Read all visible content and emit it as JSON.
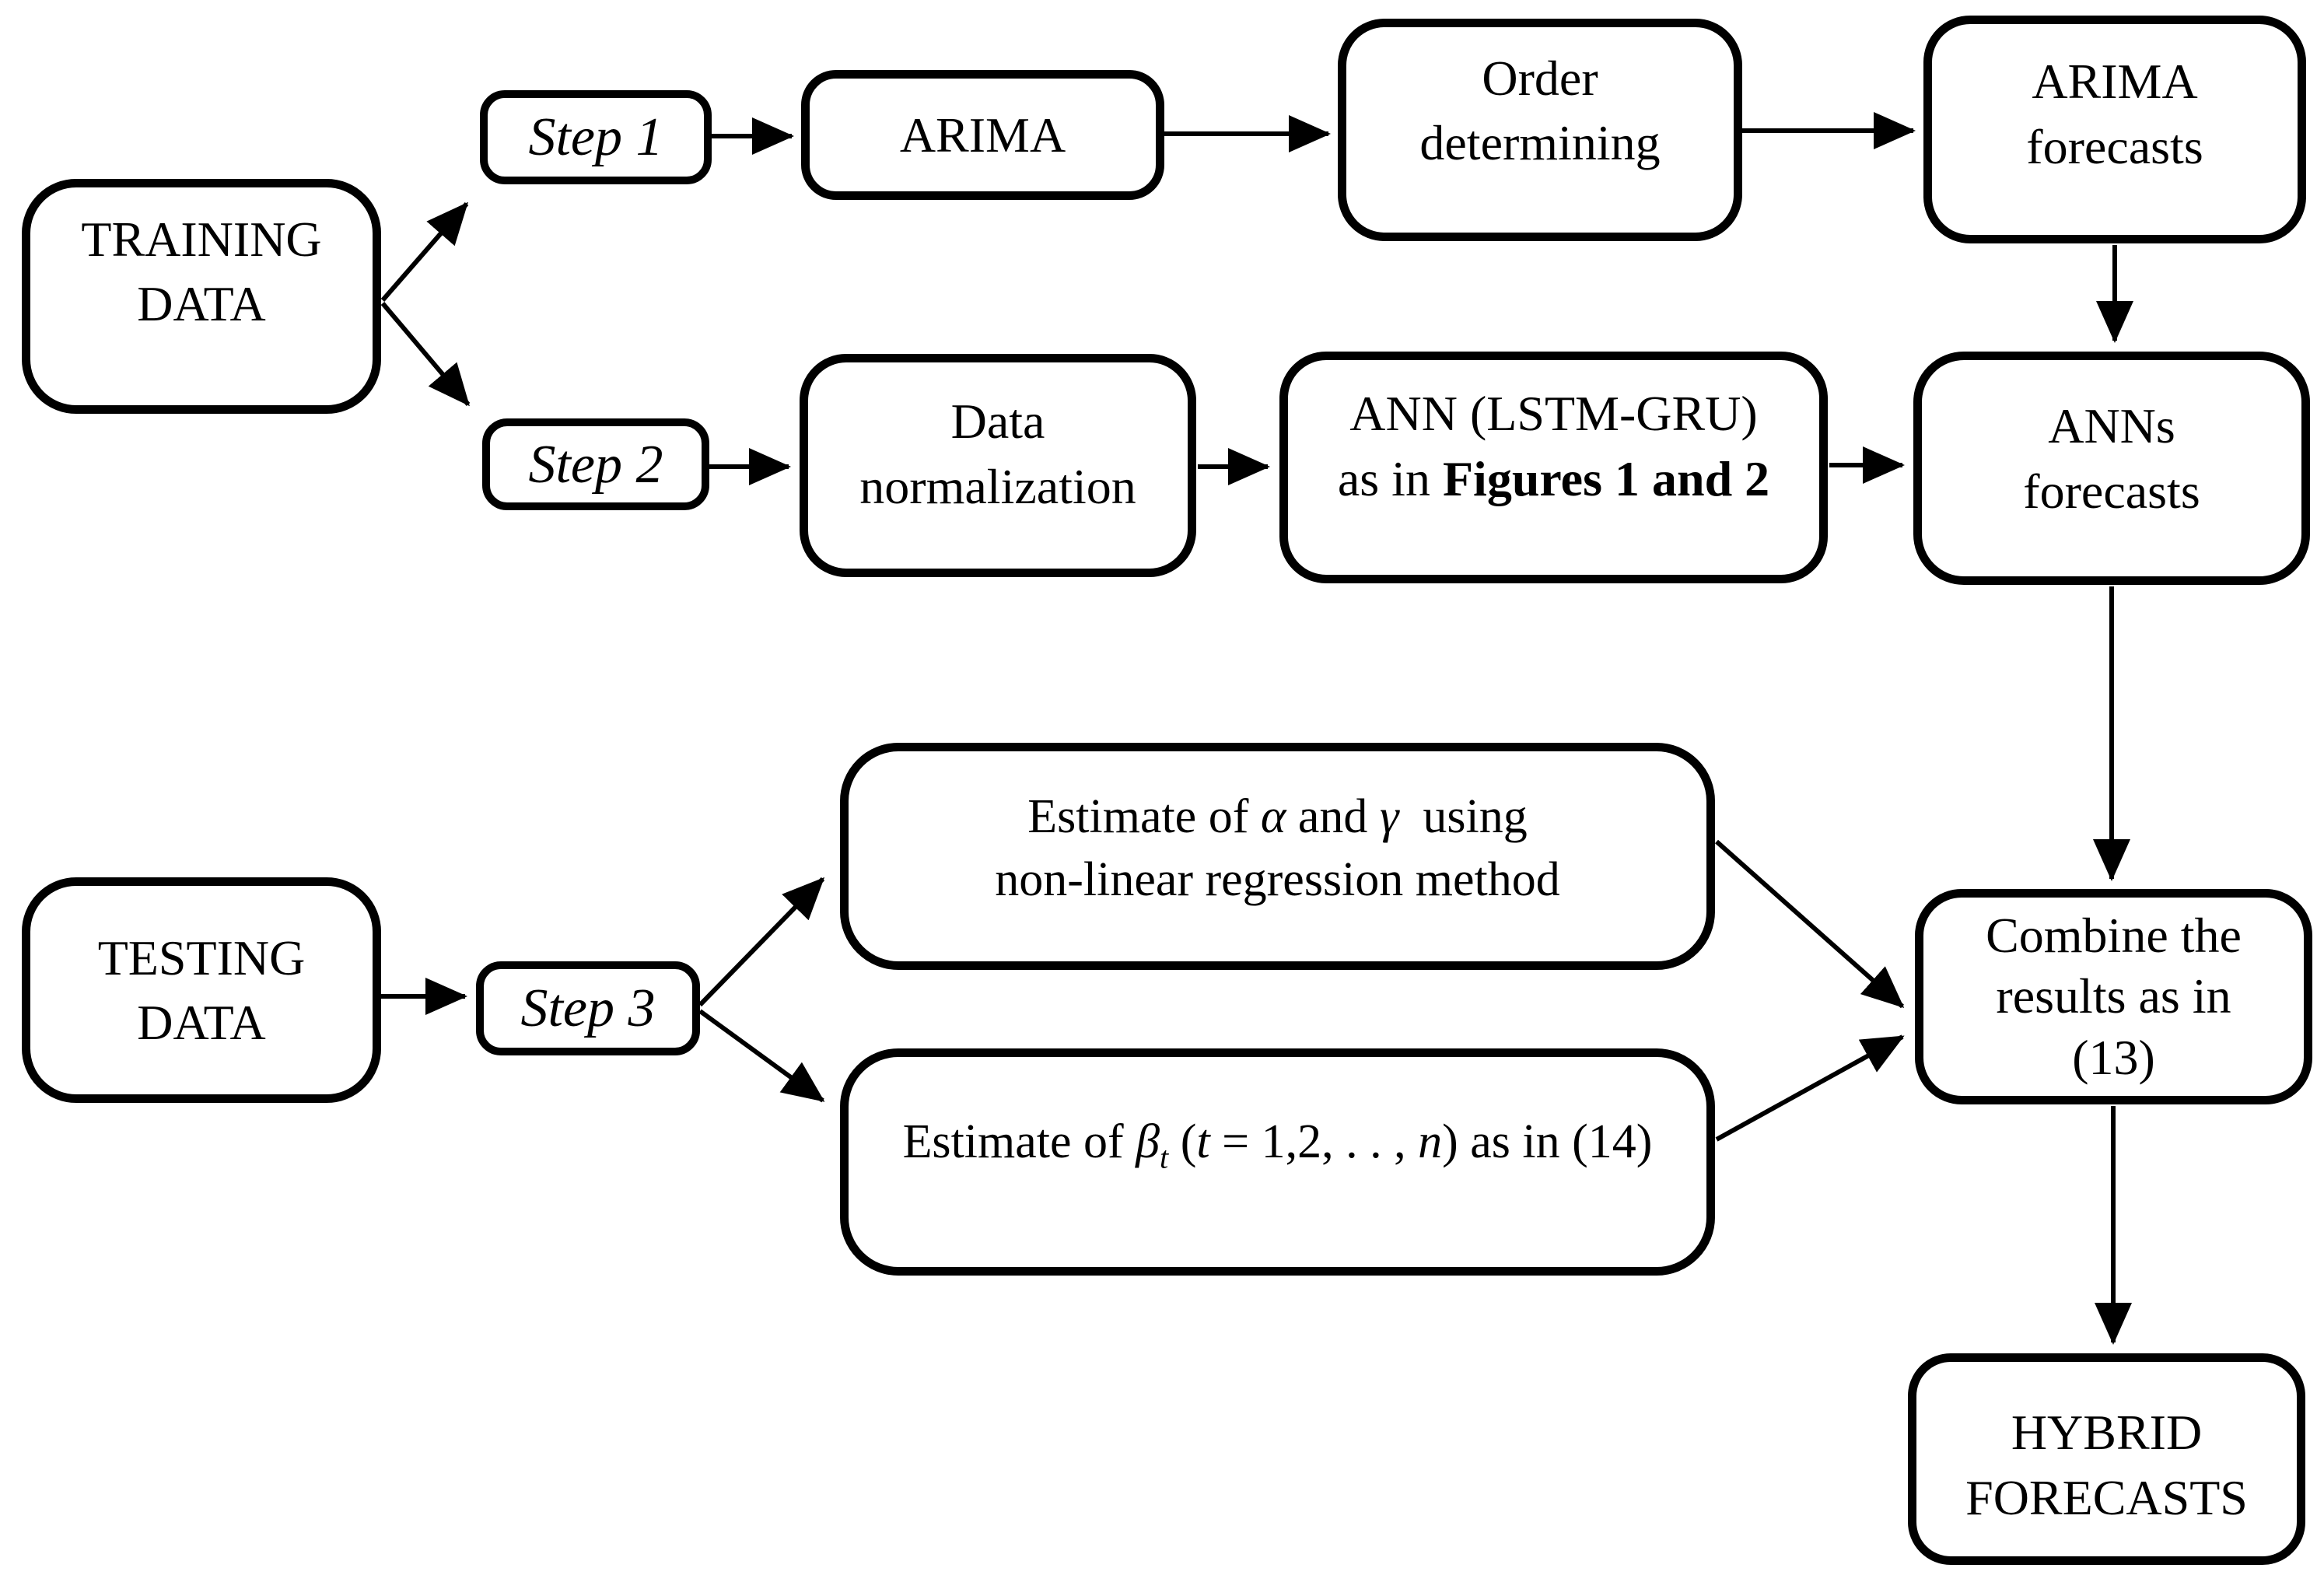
{
  "colors": {
    "ink": "#000000",
    "background": "#ffffff"
  },
  "nodes": {
    "training_data": {
      "line1": "TRAINING",
      "line2": "DATA"
    },
    "step1": {
      "label": "Step 1"
    },
    "arima": {
      "label": "ARIMA"
    },
    "order_determining": {
      "line1": "Order",
      "line2": "determining"
    },
    "arima_forecasts": {
      "line1": "ARIMA",
      "line2": "forecasts"
    },
    "step2": {
      "label": "Step 2"
    },
    "data_normalization": {
      "line1": "Data",
      "line2": "normalization"
    },
    "ann_lstm_gru": {
      "line1": "ANN (LSTM-GRU)",
      "line2_prefix": "as in ",
      "line2_bold": "Figures 1 and 2"
    },
    "anns_forecasts": {
      "line1": "ANNs",
      "line2": "forecasts"
    },
    "estimate_alpha_gamma": {
      "l1_seg1": "Estimate of ",
      "l1_alpha": "α",
      "l1_seg2": " and ",
      "l1_gamma": "γ",
      "l1_seg3": "  using",
      "line2": "non-linear regression method"
    },
    "testing_data": {
      "line1": "TESTING",
      "line2": "DATA"
    },
    "step3": {
      "label": "Step 3"
    },
    "estimate_beta": {
      "seg1": "Estimate of ",
      "beta": "β",
      "beta_sub": "t",
      "seg2": " (",
      "t_var": "t",
      "seg3": " = 1,2, . . , ",
      "n_var": "n",
      "seg4": ") as in (14)"
    },
    "combine_results": {
      "line1": "Combine the",
      "line2": "results as in",
      "line3": "(13)"
    },
    "hybrid_forecasts": {
      "line1": "HYBRID",
      "line2": "FORECASTS"
    }
  }
}
